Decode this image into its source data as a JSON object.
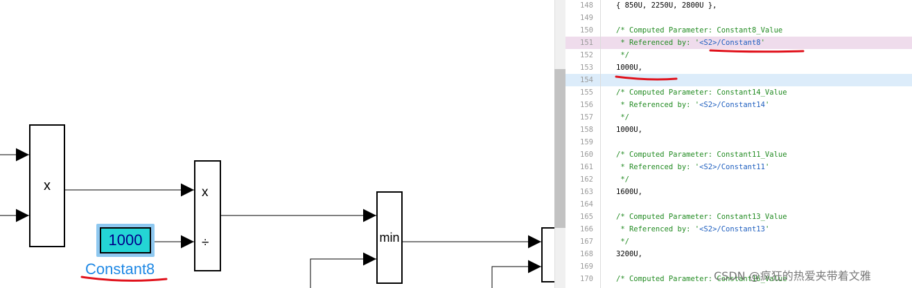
{
  "colors": {
    "constant_fill": "#24d5d5",
    "constant_value_text": "#00008b",
    "selection_halo": "#8ec8f0",
    "block_name_text": "#1e88e5",
    "highlight_pink": "#efdcec",
    "highlight_blue": "#dcecfa",
    "comment_green": "#228b22",
    "reference_blue": "#1f5fbf",
    "annotation_red": "#e0101a"
  },
  "diagram": {
    "product_block_1": {
      "label": "x"
    },
    "product_block_2": {
      "label_top": "x",
      "label_bottom": "÷"
    },
    "min_block": {
      "label": "min"
    },
    "constant_block": {
      "value": "1000",
      "name": "Constant8"
    }
  },
  "code_view": {
    "lines": [
      {
        "num": "148",
        "text": "{ 850U, 2250U, 2800U },",
        "kind": "code"
      },
      {
        "num": "149",
        "text": "",
        "kind": "code"
      },
      {
        "num": "150",
        "text": "/* Computed Parameter: Constant8_Value",
        "kind": "comment"
      },
      {
        "num": "151",
        "text": " * Referenced by: '",
        "ref": "<S2>/Constant8",
        "suffix": "'",
        "kind": "reference",
        "highlight": "pink"
      },
      {
        "num": "152",
        "text": " */",
        "kind": "comment"
      },
      {
        "num": "153",
        "text": "1000U,",
        "kind": "code"
      },
      {
        "num": "154",
        "text": "",
        "kind": "code",
        "highlight": "blue"
      },
      {
        "num": "155",
        "text": "/* Computed Parameter: Constant14_Value",
        "kind": "comment"
      },
      {
        "num": "156",
        "text": " * Referenced by: '",
        "ref": "<S2>/Constant14",
        "suffix": "'",
        "kind": "reference"
      },
      {
        "num": "157",
        "text": " */",
        "kind": "comment"
      },
      {
        "num": "158",
        "text": "1000U,",
        "kind": "code"
      },
      {
        "num": "159",
        "text": "",
        "kind": "code"
      },
      {
        "num": "160",
        "text": "/* Computed Parameter: Constant11_Value",
        "kind": "comment"
      },
      {
        "num": "161",
        "text": " * Referenced by: '",
        "ref": "<S2>/Constant11",
        "suffix": "'",
        "kind": "reference"
      },
      {
        "num": "162",
        "text": " */",
        "kind": "comment"
      },
      {
        "num": "163",
        "text": "1600U,",
        "kind": "code"
      },
      {
        "num": "164",
        "text": "",
        "kind": "code"
      },
      {
        "num": "165",
        "text": "/* Computed Parameter: Constant13_Value",
        "kind": "comment"
      },
      {
        "num": "166",
        "text": " * Referenced by: '",
        "ref": "<S2>/Constant13",
        "suffix": "'",
        "kind": "reference"
      },
      {
        "num": "167",
        "text": " */",
        "kind": "comment"
      },
      {
        "num": "168",
        "text": "3200U,",
        "kind": "code"
      },
      {
        "num": "169",
        "text": "",
        "kind": "code"
      },
      {
        "num": "170",
        "text": "/* Computed Parameter: Constant16_Value",
        "kind": "comment"
      }
    ]
  },
  "watermark": "CSDN @疯狂的热爱夹带着文雅"
}
